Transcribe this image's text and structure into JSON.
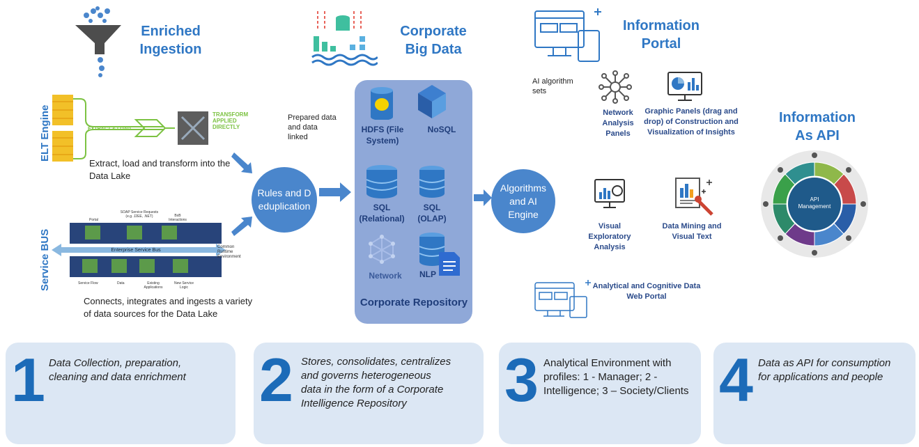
{
  "sections": {
    "ingestion": "Enriched Ingestion",
    "bigdata": "Corporate Big Data",
    "portal": "Information Portal",
    "api": "Information As API"
  },
  "elt": {
    "side_label": "ELT Engine",
    "extract_load": "EXTRACT & LOAD",
    "transform": "TRANSFORM APPLIED DIRECTLY",
    "caption": "Extract, load and transform into the Data Lake"
  },
  "bus": {
    "side_label": "Service BUS",
    "top_labels": [
      "Portal",
      "SOAP Service Requests (e.g. J2EE, .NET)",
      "BxB Interactions"
    ],
    "bus_label": "Enterprise Service Bus",
    "runtime_label": "Common Runtime Environment",
    "bottom_labels": [
      "Service Flow",
      "Data",
      "Existing Applications",
      "New Service Logic"
    ],
    "caption": "Connects, integrates and ingests a variety of data sources for the Data Lake"
  },
  "prepared_note": "Prepared data and data linked",
  "rules_circle": "Rules and Deduplication",
  "repository": {
    "items": {
      "hdfs": "HDFS (File System)",
      "nosql": "NoSQL",
      "sql_rel": "SQL (Relational)",
      "sql_olap": "SQL (OLAP)",
      "network": "Network",
      "nlp": "NLP"
    },
    "title": "Corporate Repository"
  },
  "ai_circle": "Algorithms and AI Engine",
  "portal": {
    "ai_sets": "AI algorithm sets",
    "network_panels": "Network Analysis Panels",
    "graphic_panels": "Graphic Panels (drag and drop) of Construction and Visualization of Insights",
    "visual_exploratory": "Visual Exploratory Analysis",
    "data_mining": "Data Mining and Visual Text",
    "web_portal": "Analytical and Cognitive Data Web Portal"
  },
  "api_wheel": {
    "center": "API Management"
  },
  "cards": [
    {
      "num": "1",
      "text": "Data Collection, preparation, cleaning and data enrichment"
    },
    {
      "num": "2",
      "text": "Stores, consolidates, centralizes and governs heterogeneous data in the form of a Corporate Intelligence Repository"
    },
    {
      "num": "3",
      "text": "Analytical Environment with profiles: 1 - Manager; 2 - Intelligence; 3 – Society/Clients"
    },
    {
      "num": "4",
      "text": "Data as API for consumption for applications and people"
    }
  ],
  "colors": {
    "accent": "#2f77c4",
    "circle": "#4a86cc",
    "repo": "#8fa8d8",
    "card": "#dce7f4",
    "bus_green": "#5c9a4a",
    "bus_navy": "#28447a"
  }
}
